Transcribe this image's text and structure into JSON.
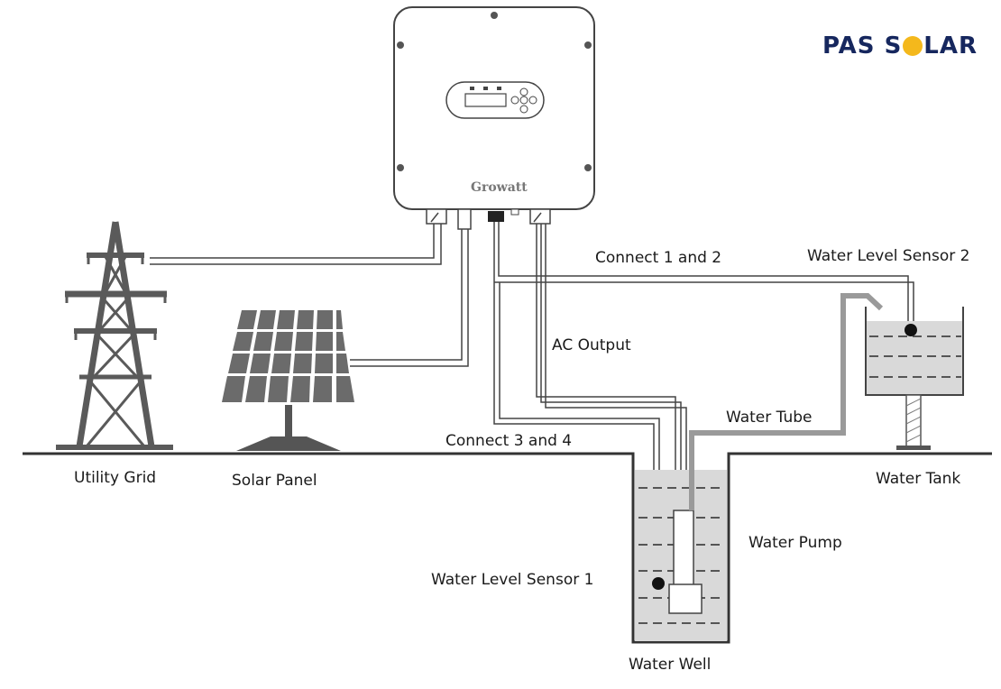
{
  "logo": {
    "text_left": "PAS S",
    "text_right": "LAR",
    "sun_color": "#f4b81c",
    "brand_color": "#16275e"
  },
  "inverter": {
    "brand": "Growatt"
  },
  "labels": {
    "utility_grid": "Utility Grid",
    "solar_panel": "Solar Panel",
    "connect_1_2": "Connect 1 and 2",
    "water_level_sensor_2": "Water Level Sensor 2",
    "ac_output": "AC Output",
    "water_tube": "Water Tube",
    "connect_3_4": "Connect 3 and 4",
    "water_tank": "Water Tank",
    "water_pump": "Water Pump",
    "water_level_sensor_1": "Water Level Sensor 1",
    "water_well": "Water Well"
  },
  "colors": {
    "line": "#444444",
    "water": "#d9d9d9",
    "tower": "#5a5a5a",
    "panel": "#6b6b6b",
    "tube": "#9a9a9a"
  }
}
